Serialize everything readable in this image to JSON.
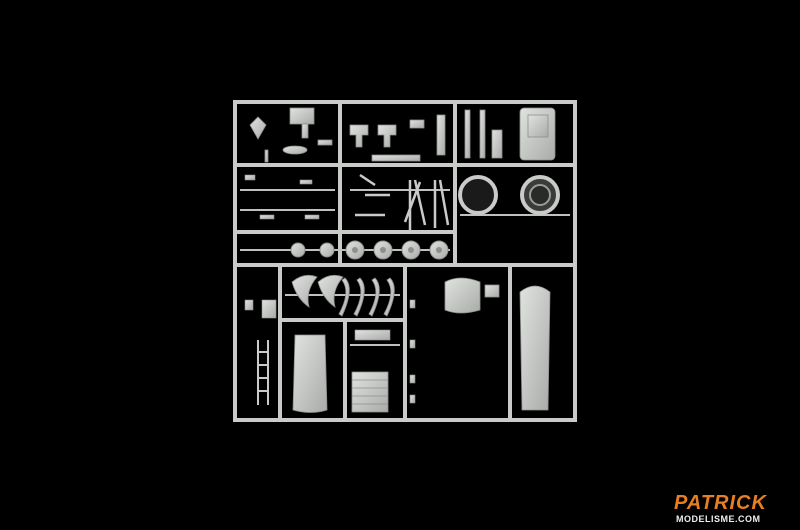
{
  "scene": {
    "background_color": "#000000",
    "sprue_color": "#c9cbc9",
    "sprue_shadow_color": "#9a9c9a",
    "subject": "plastic model kit sprue"
  },
  "watermark": {
    "brand_main": "PATRICK",
    "brand_sub": "MODELISME.COM",
    "accent_color": "#e67e22",
    "text_color": "#ecf0f1"
  }
}
